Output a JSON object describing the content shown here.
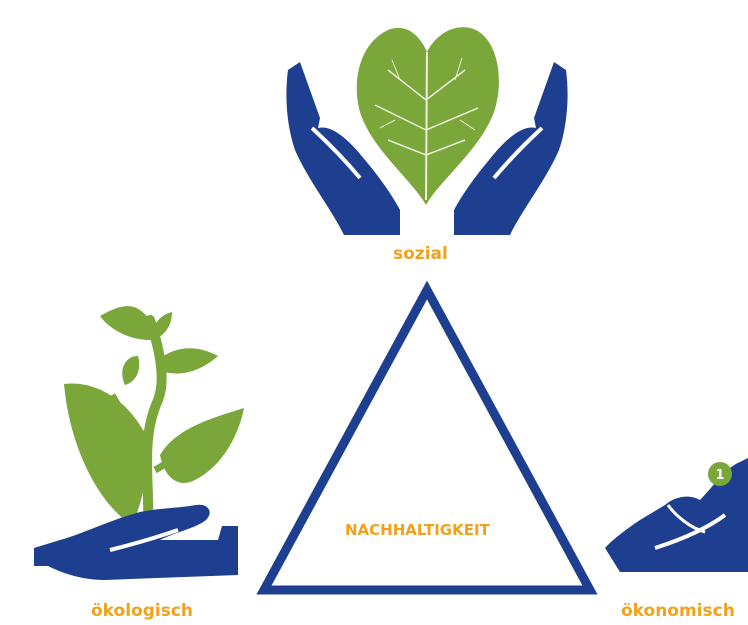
{
  "diagram": {
    "center_label": "NACHHALTIGKEIT",
    "pillars": {
      "social": {
        "label": "sozial"
      },
      "ecological": {
        "label": "ökologisch"
      },
      "economic": {
        "label": "ökonomisch",
        "coin_number": "1"
      }
    }
  },
  "colors": {
    "accent_orange": "#f0a21c",
    "hand_blue": "#1e3f8f",
    "leaf_green": "#7aa63a",
    "triangle_stroke": "#1e3f8f"
  }
}
